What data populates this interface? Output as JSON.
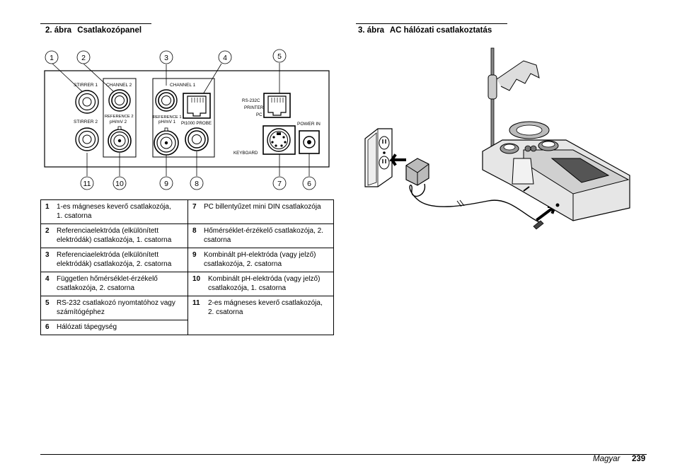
{
  "figure2": {
    "number": "2. ábra",
    "title": "Csatlakozópanel",
    "callouts": [
      "1",
      "2",
      "3",
      "4",
      "5",
      "11",
      "10",
      "9",
      "8",
      "7",
      "6"
    ],
    "panel_labels": {
      "stirrer1": "STIRRER 1",
      "stirrer2": "STIRRER 2",
      "channel2": "CHANNEL 2",
      "reference2": "REFERENCE 2",
      "phmv2": "pH/mV 2",
      "channel1": "CHANNEL 1",
      "reference1": "REFERENCE 1",
      "phmv1": "pH/mV 1",
      "pt1000": "Pt1000 PROBE",
      "rs232c": "RS-232C",
      "printer": "PRINTER",
      "pc": "PC",
      "keyboard": "KEYBOARD",
      "power_in": "POWER IN"
    },
    "legend": {
      "rows": [
        {
          "left": {
            "n": "1",
            "text": "1-es mágneses keverő csatlakozója, 1. csatorna"
          },
          "right": {
            "n": "7",
            "text": "PC billentyűzet mini DIN csatlakozója"
          }
        },
        {
          "left": {
            "n": "2",
            "text": "Referenciaelektróda (elkülönített elektródák) csatlakozója, 1. csatorna"
          },
          "right": {
            "n": "8",
            "text": "Hőmérséklet-érzékelő csatlakozója, 2. csatorna"
          }
        },
        {
          "left": {
            "n": "3",
            "text": "Referenciaelektróda (elkülönített elektródák) csatlakozója, 2. csatorna"
          },
          "right": {
            "n": "9",
            "text": "Kombinált pH-elektróda (vagy jelző) csatlakozója, 2. csatorna"
          }
        },
        {
          "left": {
            "n": "4",
            "text": "Független hőmérséklet-érzékelő csatlakozója, 2. csatorna"
          },
          "right": {
            "n": "10",
            "text": "Kombinált pH-elektróda (vagy jelző) csatlakozója, 1. csatorna"
          }
        },
        {
          "left": {
            "n": "5",
            "text": "RS-232 csatlakozó nyomtatóhoz vagy számítógéphez"
          },
          "right": {
            "n": "11",
            "text": "2-es mágneses keverő csatlakozója, 2. csatorna"
          }
        },
        {
          "left": {
            "n": "6",
            "text": "Hálózati tápegység"
          }
        }
      ]
    }
  },
  "figure3": {
    "number": "3. ábra",
    "title": "AC hálózati csatlakoztatás"
  },
  "footer": {
    "language": "Magyar",
    "page": "239"
  }
}
